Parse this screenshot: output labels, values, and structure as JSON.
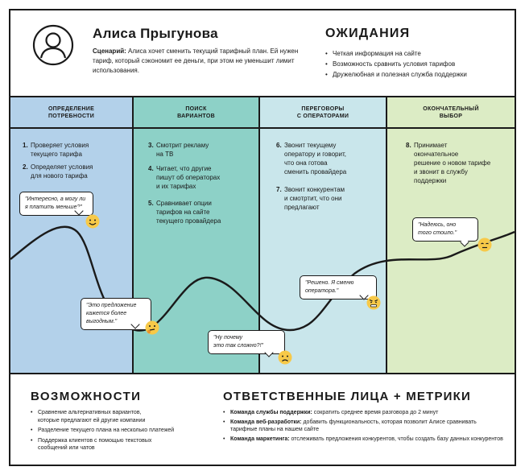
{
  "persona": {
    "name": "Алиса Прыгунова",
    "scenario_label": "Сценарий:",
    "scenario_text": " Алиса хочет сменить текущий тарифный план. Ей нужен тариф, который сэкономит ее деньги, при этом не уменьшит лимит использования."
  },
  "expectations": {
    "title": "ОЖИДАНИЯ",
    "items": [
      "Четкая информация на сайте",
      "Возможность сравнить условия тарифов",
      "Дружелюбная и полезная служба поддержки"
    ]
  },
  "stages": [
    {
      "title": "ОПРЕДЕЛЕНИЕ\nПОТРЕБНОСТИ",
      "color": "#b3d1ea",
      "steps": [
        {
          "num": "1.",
          "text": "Проверяет условия\nтекущего тарифа"
        },
        {
          "num": "2.",
          "text": "Определяет условия\nдля нового тарифа"
        }
      ]
    },
    {
      "title": "ПОИСК\nВАРИАНТОВ",
      "color": "#8dd1c7",
      "steps": [
        {
          "num": "3.",
          "text": "Смотрит рекламу\nна ТВ"
        },
        {
          "num": "4.",
          "text": "Читает, что другие\nпишут об операторах\nи их тарифах"
        },
        {
          "num": "5.",
          "text": "Сравнивает опции\nтарифов на сайте\nтекущего провайдера"
        }
      ]
    },
    {
      "title": "ПЕРЕГОВОРЫ\nС ОПЕРАТОРАМИ",
      "color": "#c9e6eb",
      "steps": [
        {
          "num": "6.",
          "text": "Звонит текущему\nоператору и говорит,\nчто она готова\nсменить провайдера"
        },
        {
          "num": "7.",
          "text": "Звонит конкурентам\nи смотртит, что они\nпредлагают"
        }
      ]
    },
    {
      "title": "ОКОНЧАТЕЛЬНЫЙ\nВЫБОР",
      "color": "#dcecc5",
      "steps": [
        {
          "num": "8.",
          "text": "Принимает\nокончательное\nрешение о новом тарифе\nи звонит в службу\nподдержки"
        }
      ]
    }
  ],
  "quotes": [
    "\"Интересно, а могу ли\nя платить меньше?\"",
    "\"Это предложение\nкажется более\nвыгодным.\"",
    "\"Ну почему\nэто так сложно?!\"",
    "\"Решено. Я сменю\nоператора.\"",
    "\"Надеюсь, оно\nтого стоило.\""
  ],
  "emotions": [
    "smiling-emoji",
    "thinking-emoji",
    "sad-emoji",
    "angry-emoji",
    "relieved-emoji"
  ],
  "opportunities": {
    "title": "ВОЗМОЖНОСТИ",
    "items": [
      "Сравнение альтернативных вариантов,\nкоторые предлагают ей другие компании",
      "Разделение текущего плана на несколько платежей",
      "Поддержка клиентов с помощью текстовых\nсообщений или чатов"
    ]
  },
  "ownership": {
    "title": "ОТВЕТСТВЕННЫЕ ЛИЦА + МЕТРИКИ",
    "items": [
      {
        "owner": "Команда службы поддержки:",
        "text": " сократить среднее время разговора до 2 минут"
      },
      {
        "owner": "Команда веб-разработки:",
        "text": " добавить функциональность, которая позволит Алисе сравнивать тарифные планы на нашем сайте"
      },
      {
        "owner": "Команда маркетинга:",
        "text": " отслеживать предложения конкурентов, чтобы создать базу данных конкурентов"
      }
    ]
  },
  "colors": {
    "emoji": "#f7c948",
    "emoji_dark": "#e8952e",
    "ink": "#1a1a1a"
  }
}
